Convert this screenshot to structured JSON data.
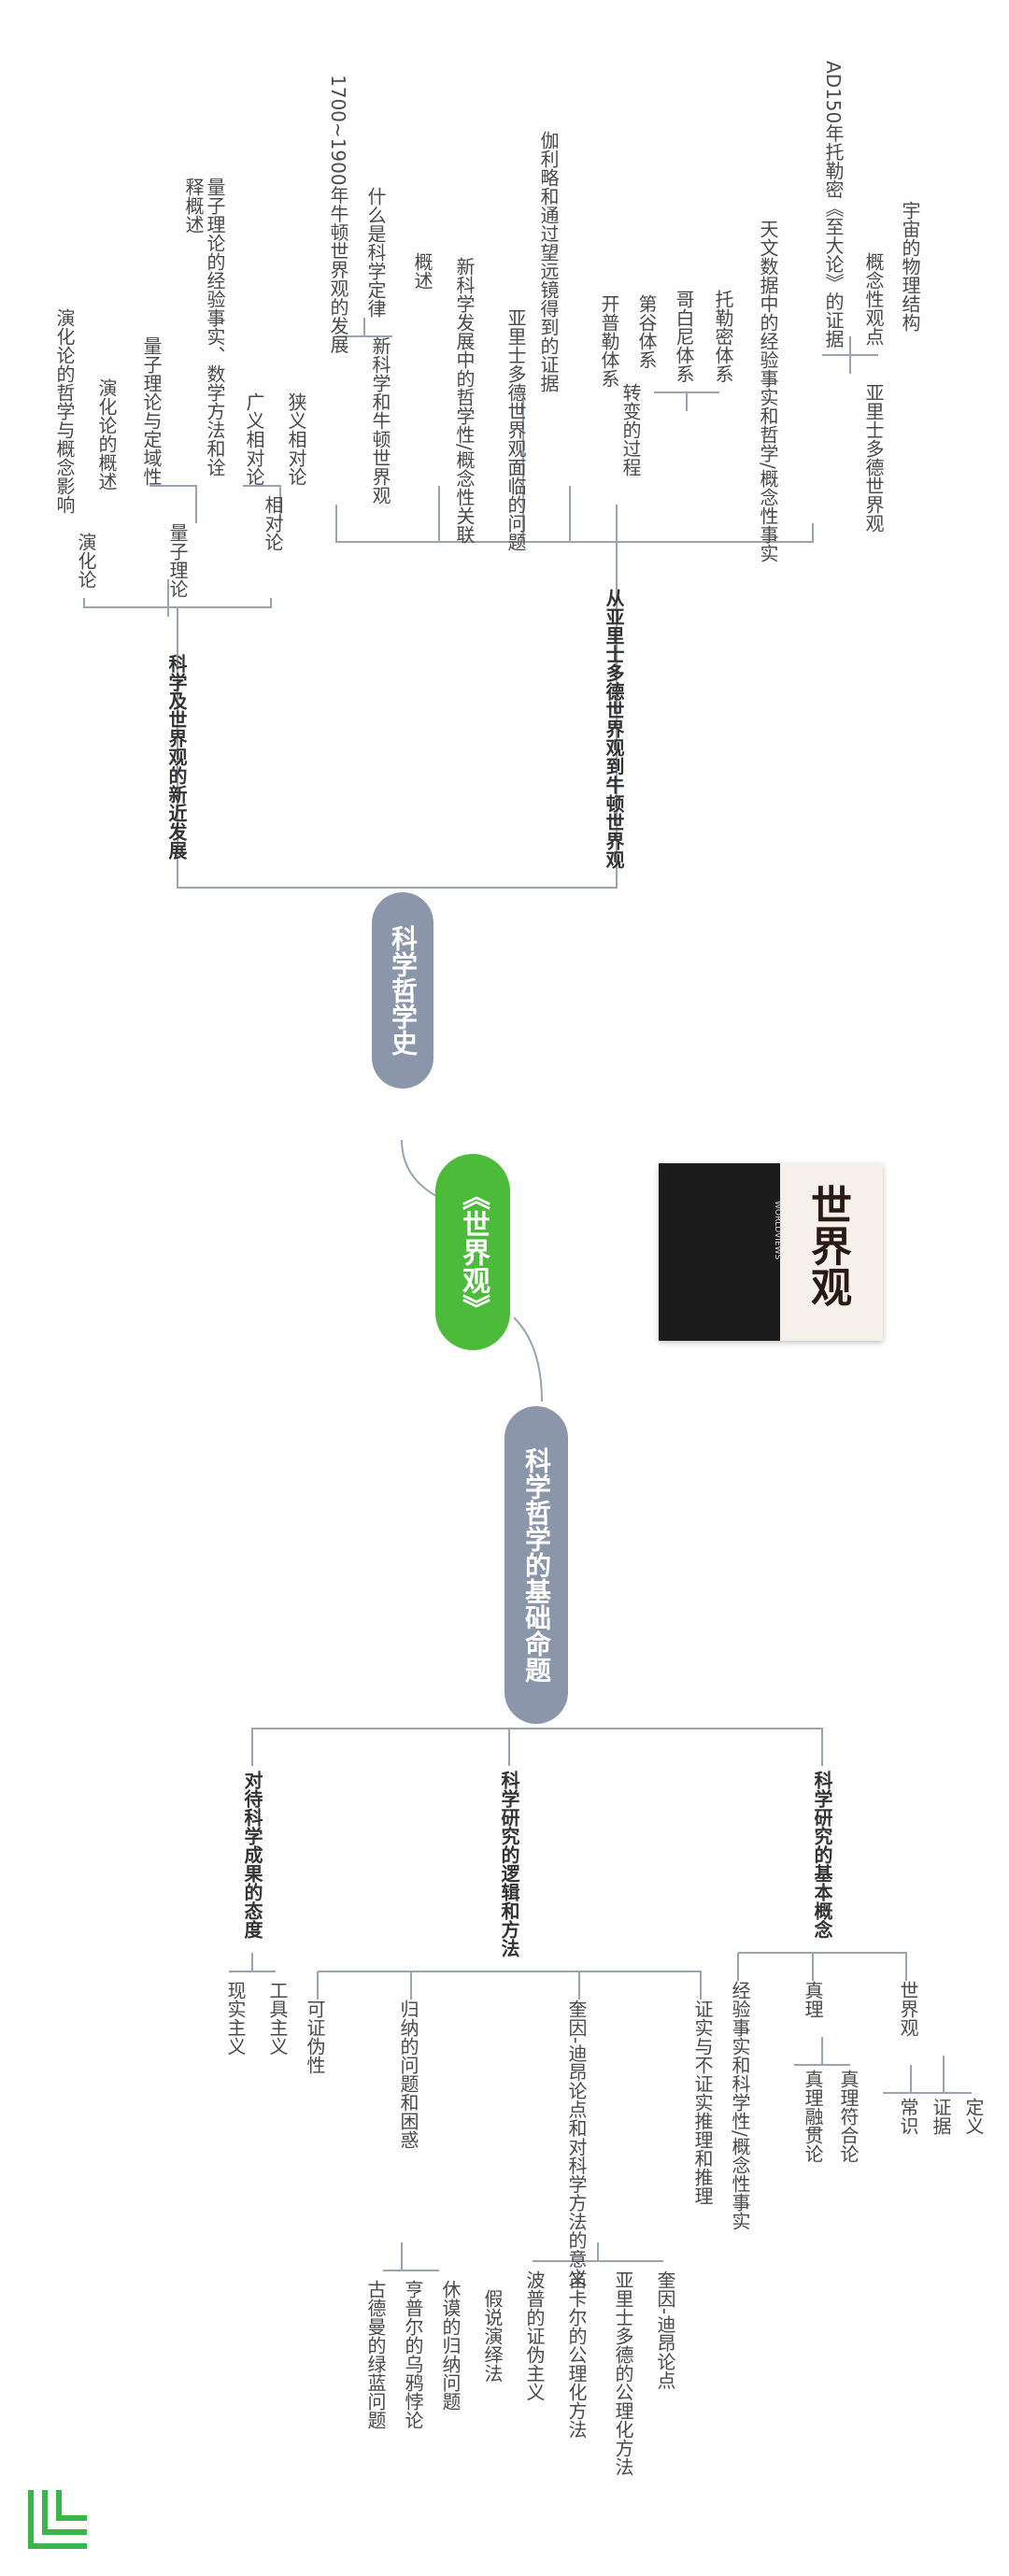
{
  "root": {
    "label": "《世界观》"
  },
  "branches": {
    "history": {
      "label": "科学哲学史",
      "sections": {
        "aristotle_to_newton": {
          "label": "从亚里士多德世界观到牛顿世界观",
          "aristotle_worldview": {
            "label": "亚里士多德世界观",
            "children": [
              "宇宙的物理结构",
              "概念性观点"
            ],
            "evidence": "AD150年托勒密《至大论》的证据",
            "empirical": "天文数据中的经验事实和哲学/概念性事实"
          },
          "transition": {
            "label": "转变的过程",
            "children": [
              "托勒密体系",
              "哥白尼体系",
              "第谷体系",
              "开普勒体系"
            ]
          },
          "galileo": "伽利略和通过望远镜得到的证据",
          "problems": "亚里士多德世界观面临的问题",
          "newtonian": {
            "label": "新科学和牛顿世界观",
            "children": [
              "新科学发展中的哲学性/概念性关联",
              "概述",
              "什么是科学定律"
            ],
            "period": "1700~1900年牛顿世界观的发展"
          }
        },
        "recent": {
          "label": "科学及世界观的新近发展",
          "relativity": {
            "label": "相对论",
            "children": [
              "狭义相对论",
              "广义相对论"
            ]
          },
          "quantum": {
            "label": "量子理论",
            "children": [
              "量子理论的经验事实、数学方法和诠释概述",
              "量子理论与定域性"
            ]
          },
          "evolution": {
            "label": "演化论",
            "children": [
              "演化论的概述",
              "演化论的哲学与概念影响"
            ]
          }
        }
      }
    },
    "foundations": {
      "label": "科学哲学的基础命题",
      "sections": {
        "basic_concepts": {
          "label": "科学研究的基本概念",
          "worldview": {
            "label": "世界观",
            "children": [
              "定义",
              "证据",
              "常识"
            ]
          },
          "truth": {
            "label": "真理",
            "children": [
              "真理符合论",
              "真理融贯论"
            ]
          },
          "facts": "经验事实和科学性/概念性事实"
        },
        "logic_methods": {
          "label": "科学研究的逻辑和方法",
          "deduction": "证实与不证实推理和推理",
          "ideas": {
            "label": "奎因-迪昂论点和对科学方法的意义",
            "children": [
              "奎因-迪昂论点",
              "亚里士多德的公理化方法",
              "笛卡尔的公理化方法",
              "波普的证伪主义",
              "假说演绎法"
            ]
          },
          "induction": {
            "label": "归纳的问题和困惑",
            "children": [
              "休谟的归纳问题",
              "亨普尔的乌鸦悖论",
              "古德曼的绿蓝问题"
            ]
          },
          "falsifiability": "可证伪性"
        },
        "attitude": {
          "label": "对待科学成果的态度",
          "children": [
            "工具主义",
            "现实主义"
          ]
        }
      }
    }
  },
  "book_cover": {
    "title": "世界观",
    "subtitle": "WORLDVIEWS"
  }
}
